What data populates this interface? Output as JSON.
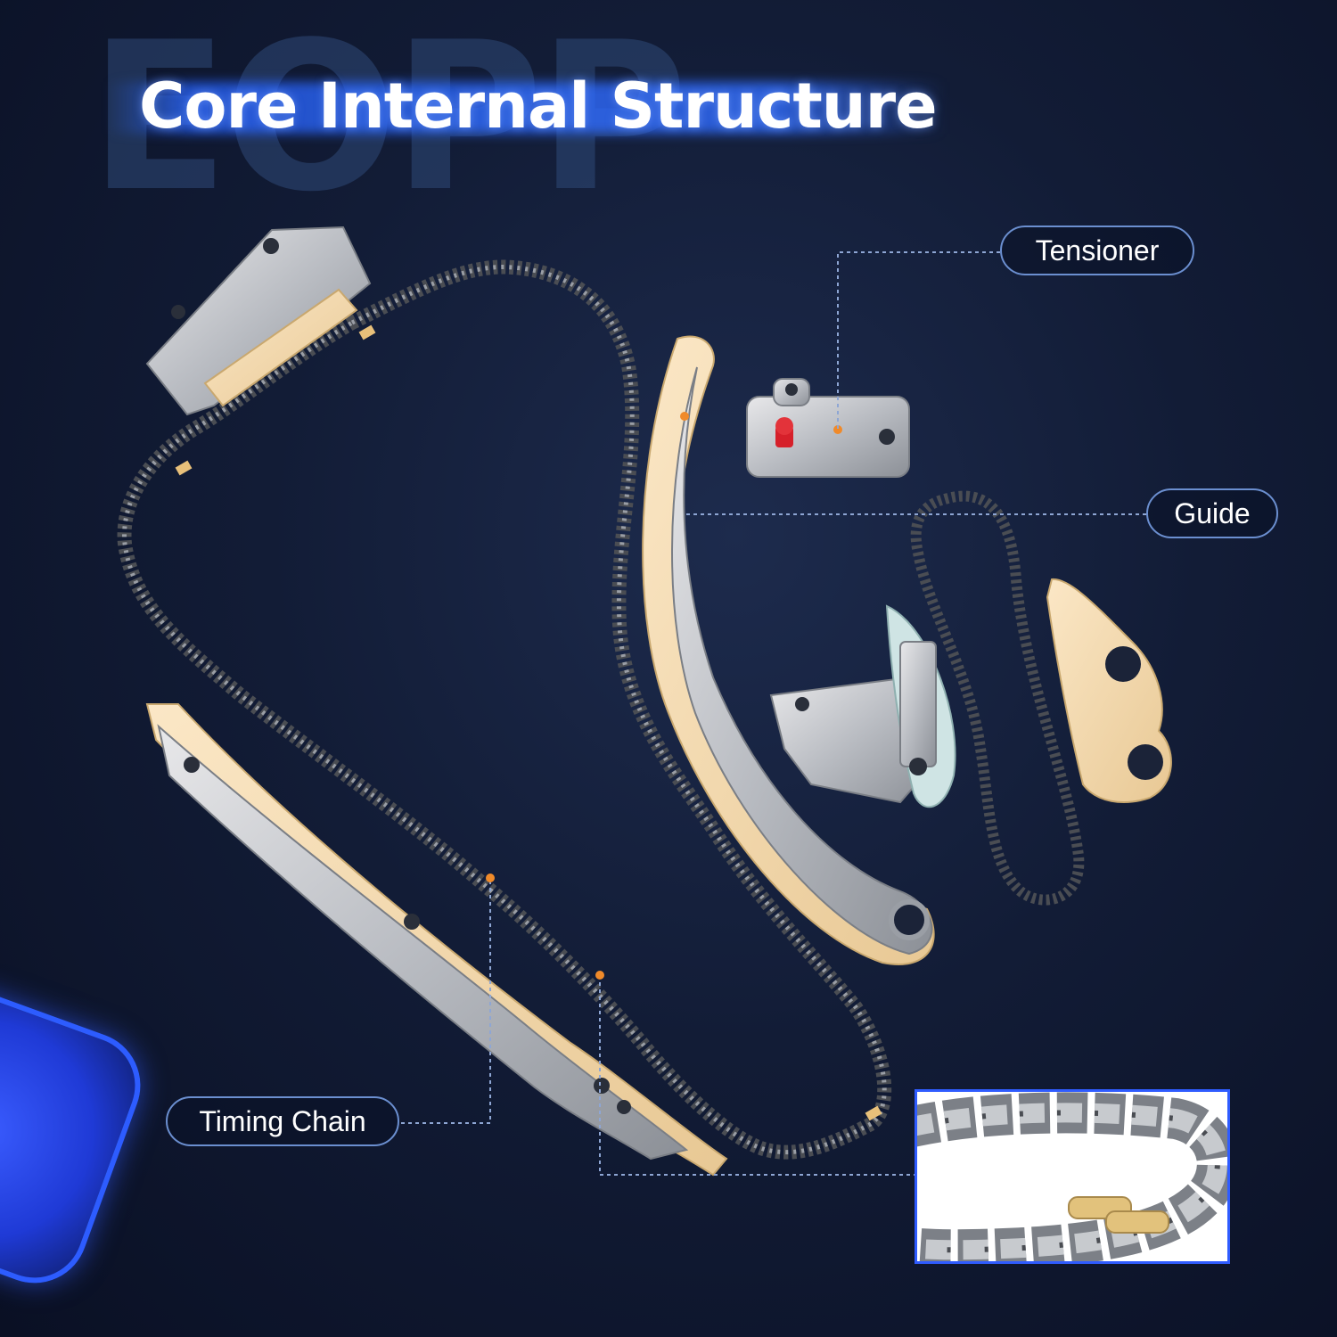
{
  "watermark": "EOPP",
  "title": "Core Internal Structure",
  "callouts": {
    "tensioner": "Tensioner",
    "guide": "Guide",
    "timing_chain": "Timing Chain"
  }
}
